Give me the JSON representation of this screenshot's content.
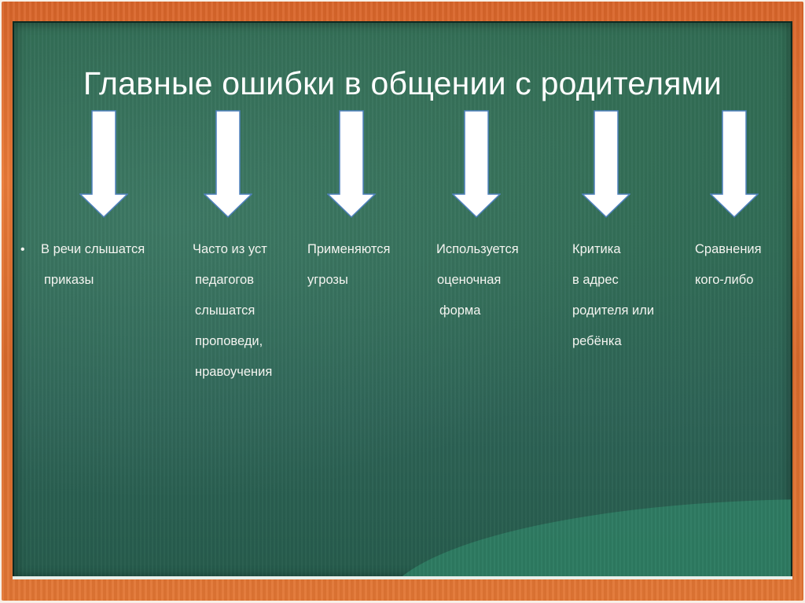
{
  "slide": {
    "title": "Главные ошибки в общении с родителями",
    "bullet_glyph": "•",
    "arrow_icon": "down-arrow-icon",
    "colors": {
      "board": "#2f6a52",
      "frame": "#e27634",
      "text": "#ffffff",
      "arrow_fill": "#ffffff",
      "arrow_stroke": "#4f81bd"
    },
    "columns": [
      {
        "lines": [
          "В речи слышатся",
          "приказы"
        ]
      },
      {
        "lines": [
          "Часто из уст",
          "педагогов",
          "слышатся",
          "проповеди,",
          "нравоучения"
        ]
      },
      {
        "lines": [
          "Применяются",
          "угрозы"
        ]
      },
      {
        "lines": [
          "Используется",
          "оценочная",
          "форма"
        ]
      },
      {
        "lines": [
          "Критика",
          "в адрес",
          "родителя или",
          "ребёнка"
        ]
      },
      {
        "lines": [
          "Сравнения",
          "кого-либо"
        ]
      }
    ]
  }
}
